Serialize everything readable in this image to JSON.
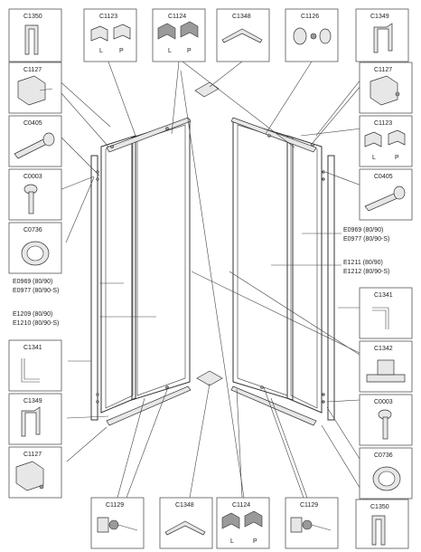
{
  "parts": {
    "c1350": "C1350",
    "c1123": "C1123",
    "c1124": "C1124",
    "c1348": "C1348",
    "c1126": "C1126",
    "c1349": "C1349",
    "c1127": "C1127",
    "c0405": "C0405",
    "c0003": "C0003",
    "c0736": "C0736",
    "c1341": "C1341",
    "c1342": "C1342",
    "c1129": "C1129"
  },
  "side_marks": {
    "left": "L",
    "right": "P"
  },
  "glass_labels": {
    "fixed_line1": "E0969 (80/90)",
    "fixed_line2": "E0977 (80/90-S)",
    "door_left_line1": "E1209 (80/90)",
    "door_left_line2": "E1210 (80/90-S)",
    "door_right_line1": "E1211 (80/90)",
    "door_right_line2": "E1212 (80/90-S)"
  }
}
